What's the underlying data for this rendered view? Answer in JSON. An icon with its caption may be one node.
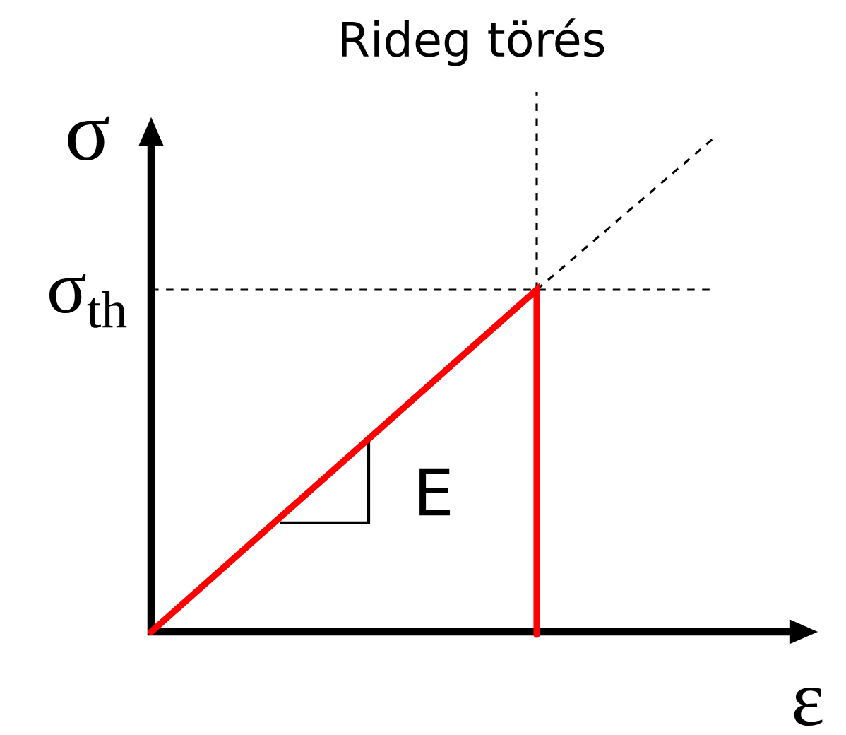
{
  "diagram": {
    "labels": [
      "Rideg törés",
      "σ",
      "σ$_{th}$",
      "E",
      "ε"
    ]
  }
}
